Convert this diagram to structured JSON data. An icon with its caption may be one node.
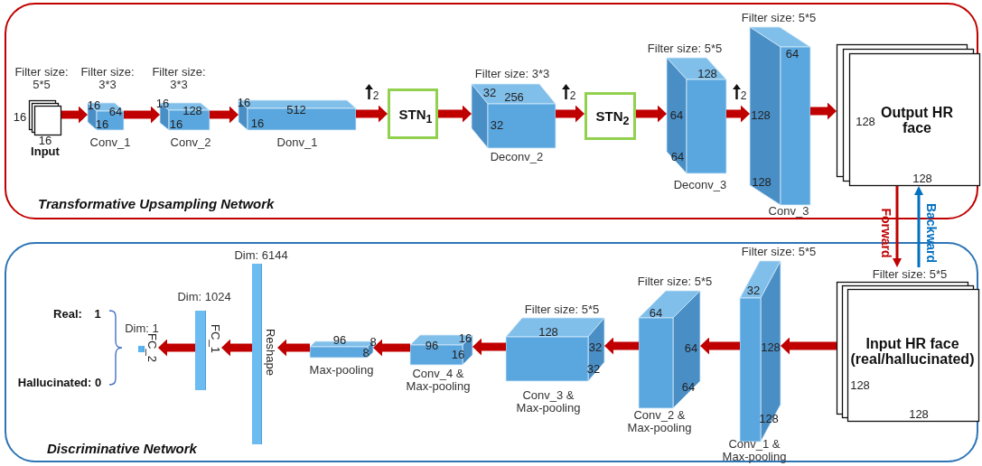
{
  "diagram": {
    "nodes": [
      {
        "text": [
          "Transformative Upsampling Network"
        ]
      },
      {
        "text": [
          "16",
          "16",
          "Input"
        ],
        "beside": [
          "Filter size: 5*5"
        ],
        "in": 0
      },
      {
        "text": [
          "16",
          "64",
          "16",
          "Conv_1"
        ],
        "beside": [
          "Filter size: 3*3"
        ],
        "in": 0
      },
      {
        "text": [
          "16",
          "128",
          "16",
          "Conv_2"
        ],
        "beside": [
          "Filter size: 3*3"
        ],
        "in": 0
      },
      {
        "text": [
          "16",
          "512",
          "16",
          "Donv_1"
        ],
        "in": 0
      },
      {
        "text": [
          "STN$_{1}$"
        ],
        "in": 0
      },
      {
        "text": [
          "32",
          "256",
          "32",
          "Deconv_2"
        ],
        "beside": [
          "Filter size: 3*3"
        ],
        "in": 0
      },
      {
        "text": [
          "STN$_{2}$"
        ],
        "in": 0
      },
      {
        "text": [
          "128",
          "64",
          "64",
          "Deconv_3"
        ],
        "beside": [
          "Filter size: 5*5"
        ],
        "in": 0
      },
      {
        "text": [
          "64",
          "128",
          "128",
          "Conv_3"
        ],
        "beside": [
          "Filter size: 5*5"
        ],
        "in": 0
      },
      {
        "text": [
          "128",
          "Output HR face",
          "128"
        ],
        "in": 0
      },
      {
        "text": [
          "Discriminative Network"
        ]
      },
      {
        "text": [
          "Input HR face (real/hallucinated)",
          "128",
          "128"
        ],
        "beside": [
          "Filter size: 5*5"
        ],
        "in": 11
      },
      {
        "text": [
          "32",
          "128",
          "128",
          "Conv_1 & Max-pooling"
        ],
        "beside": [
          "Filter size: 5*5"
        ],
        "in": 11
      },
      {
        "text": [
          "64",
          "64",
          "64",
          "Conv_2 & Max-pooling"
        ],
        "beside": [
          "Filter size: 5*5"
        ],
        "in": 11
      },
      {
        "text": [
          "128",
          "32",
          "32",
          "Conv_3 & Max-pooling"
        ],
        "beside": [
          "Filter size: 5*5"
        ],
        "in": 11
      },
      {
        "text": [
          "96",
          "16",
          "16",
          "Conv_4 & Max-pooling"
        ],
        "in": 11
      },
      {
        "text": [
          "96",
          "8",
          "8",
          "Max-pooling"
        ],
        "in": 11
      },
      {
        "text": [
          "Reshape"
        ],
        "beside": [
          "Dim: 6144"
        ],
        "in": 11
      },
      {
        "text": [
          "FC_1"
        ],
        "beside": [
          "Dim: 1024"
        ],
        "in": 11
      },
      {
        "text": [
          "FC_2"
        ],
        "beside": [
          "Dim: 1"
        ],
        "in": 11
      }
    ],
    "edges": [
      {
        "from": 1,
        "to": 2,
        "arrow": "to"
      },
      {
        "from": 2,
        "to": 3,
        "arrow": "to"
      },
      {
        "from": 3,
        "to": 4,
        "arrow": "to"
      },
      {
        "from": 4,
        "to": 5,
        "arrow": "to",
        "label": "2"
      },
      {
        "from": 5,
        "to": 6,
        "arrow": "to"
      },
      {
        "from": 6,
        "to": 7,
        "arrow": "to",
        "label": "2"
      },
      {
        "from": 7,
        "to": 8,
        "arrow": "to"
      },
      {
        "from": 8,
        "to": 9,
        "arrow": "to",
        "label": "2"
      },
      {
        "from": 9,
        "to": 10,
        "arrow": "to"
      },
      {
        "from": 10,
        "to": 12,
        "arrow": "to",
        "label": "Forward"
      },
      {
        "from": 12,
        "to": 10,
        "arrow": "to",
        "label": "Backward",
        "color": "#0070c0"
      },
      {
        "from": 12,
        "to": 13,
        "arrow": "to"
      },
      {
        "from": 13,
        "to": 14,
        "arrow": "to"
      },
      {
        "from": 14,
        "to": 15,
        "arrow": "to"
      },
      {
        "from": 15,
        "to": 16,
        "arrow": "to"
      },
      {
        "from": 16,
        "to": 17,
        "arrow": "to"
      },
      {
        "from": 17,
        "to": 18,
        "arrow": "to"
      },
      {
        "from": 18,
        "to": 19,
        "arrow": "to"
      },
      {
        "from": 19,
        "to": 20,
        "arrow": "to"
      }
    ],
    "labels": [
      "Real:",
      "1",
      "Hallucinated: 0"
    ]
  }
}
